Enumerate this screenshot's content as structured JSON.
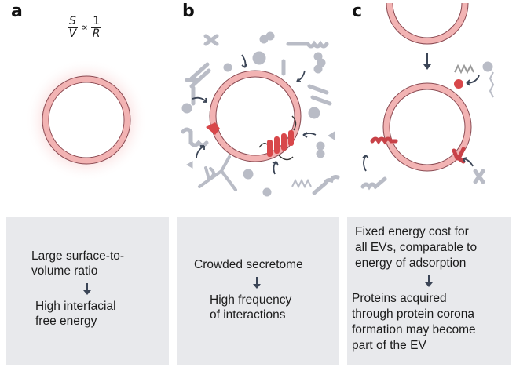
{
  "figure": {
    "colors": {
      "membrane": "#f2b3b3",
      "membrane_edge": "#8a4a52",
      "glow": "#f7c9c9",
      "protein_red": "#d8474a",
      "molecule_gray": "#b9bcc6",
      "arrow": "#3b4556",
      "box_bg": "#e8e9ec"
    },
    "panels": [
      {
        "letter": "a",
        "formula": {
          "s": "S",
          "v": "V",
          "prop": "∝",
          "one": "1",
          "r": "R"
        },
        "line1": "Large surface-to-",
        "line2": "volume ratio",
        "result1": "High interfacial",
        "result2": "free energy"
      },
      {
        "letter": "b",
        "line1": "Crowded secretome",
        "result1": "High frequency",
        "result2": "of interactions"
      },
      {
        "letter": "c",
        "line1": "Fixed energy cost for",
        "line2": "all EVs, comparable to",
        "line3": "energy of adsorption",
        "result1": "Proteins acquired",
        "result2": "through protein corona",
        "result3": "formation may become",
        "result4": "part of the EV"
      }
    ]
  }
}
